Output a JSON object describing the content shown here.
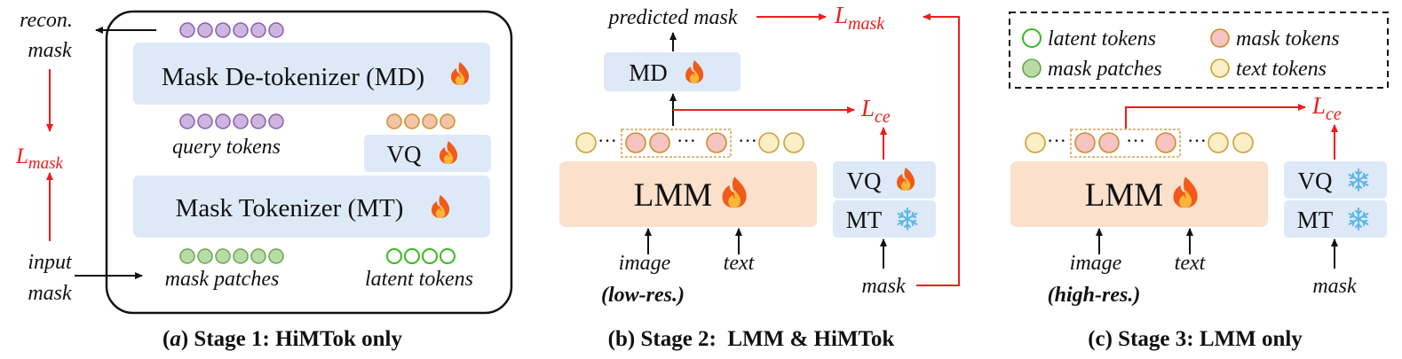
{
  "colors": {
    "arrow_red": "#ee1c1c",
    "block_blue": "#dde9f7",
    "block_orange": "#fbe0cc",
    "query_token": "#ccb6e0",
    "query_stroke": "#8a5ea8",
    "mask_patch_fill": "#b9dca6",
    "mask_patch_stroke": "#67a64f",
    "latent_stroke": "#39b81e",
    "mask_token_fill": "#f7c4c4",
    "mask_token_stroke": "#cf8c2b",
    "text_token_fill": "#fbefc8",
    "text_token_stroke": "#cf9e33"
  },
  "icons": {
    "trainable": "fire-icon",
    "frozen": "snowflake-icon"
  },
  "stage1": {
    "recon_line1": "recon.",
    "recon_line2": "mask",
    "loss_main": "L",
    "loss_sub": "mask",
    "input_line1": "input",
    "input_line2": "mask",
    "md_label": "Mask De-tokenizer (MD)",
    "query_label": "query tokens",
    "vq_label": "VQ",
    "mt_label": "Mask Tokenizer (MT)",
    "patches_label": "mask patches",
    "latent_label": "latent tokens",
    "caption_open": "(",
    "caption_a": "a",
    "caption_rest": ") Stage 1: HiMTok only"
  },
  "stage2": {
    "predicted": "predicted mask",
    "loss_main": "L",
    "loss_sub": "mask",
    "md_label": "MD",
    "lce_main": "L",
    "lce_sub": "ce",
    "dots": "···",
    "lmm_label": "LMM",
    "vq_label": "VQ",
    "mt_label": "MT",
    "image_label": "image",
    "text_label": "text",
    "mask_label": "mask",
    "res_label": "(low-res.)",
    "caption": "(b) Stage 2:  LMM & HiMTok"
  },
  "stage3": {
    "lce_main": "L",
    "lce_sub": "ce",
    "dots": "···",
    "lmm_label": "LMM",
    "vq_label": "VQ",
    "mt_label": "MT",
    "image_label": "image",
    "text_label": "text",
    "mask_label": "mask",
    "res_label": "(high-res.)",
    "caption": "(c) Stage 3: LMM only"
  },
  "legend": {
    "latent": "latent tokens",
    "mask_tokens": "mask tokens",
    "patches": "mask patches",
    "text_tokens": "text tokens"
  }
}
